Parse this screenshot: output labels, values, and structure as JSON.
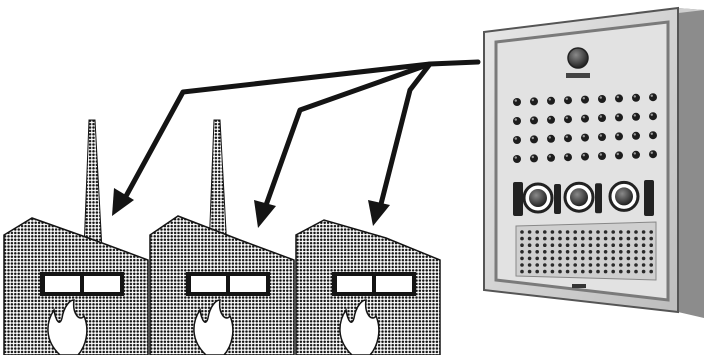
{
  "scene": {
    "subjects": [
      "factory-building-left",
      "factory-building-middle",
      "factory-building-right",
      "control-panel-cabinet"
    ],
    "connections": 3,
    "panel": {
      "lamp_rows": 4,
      "lamps_per_row": 9,
      "dial_count": 3,
      "grille_rows": 7,
      "grille_columns": 18
    },
    "palette": {
      "ink": "#141414",
      "paper": "#ffffff",
      "cabinet_face": "#d9d9d9",
      "cabinet_edge": "#9a9a9a",
      "cabinet_shadow": "#6e6e6e"
    }
  }
}
